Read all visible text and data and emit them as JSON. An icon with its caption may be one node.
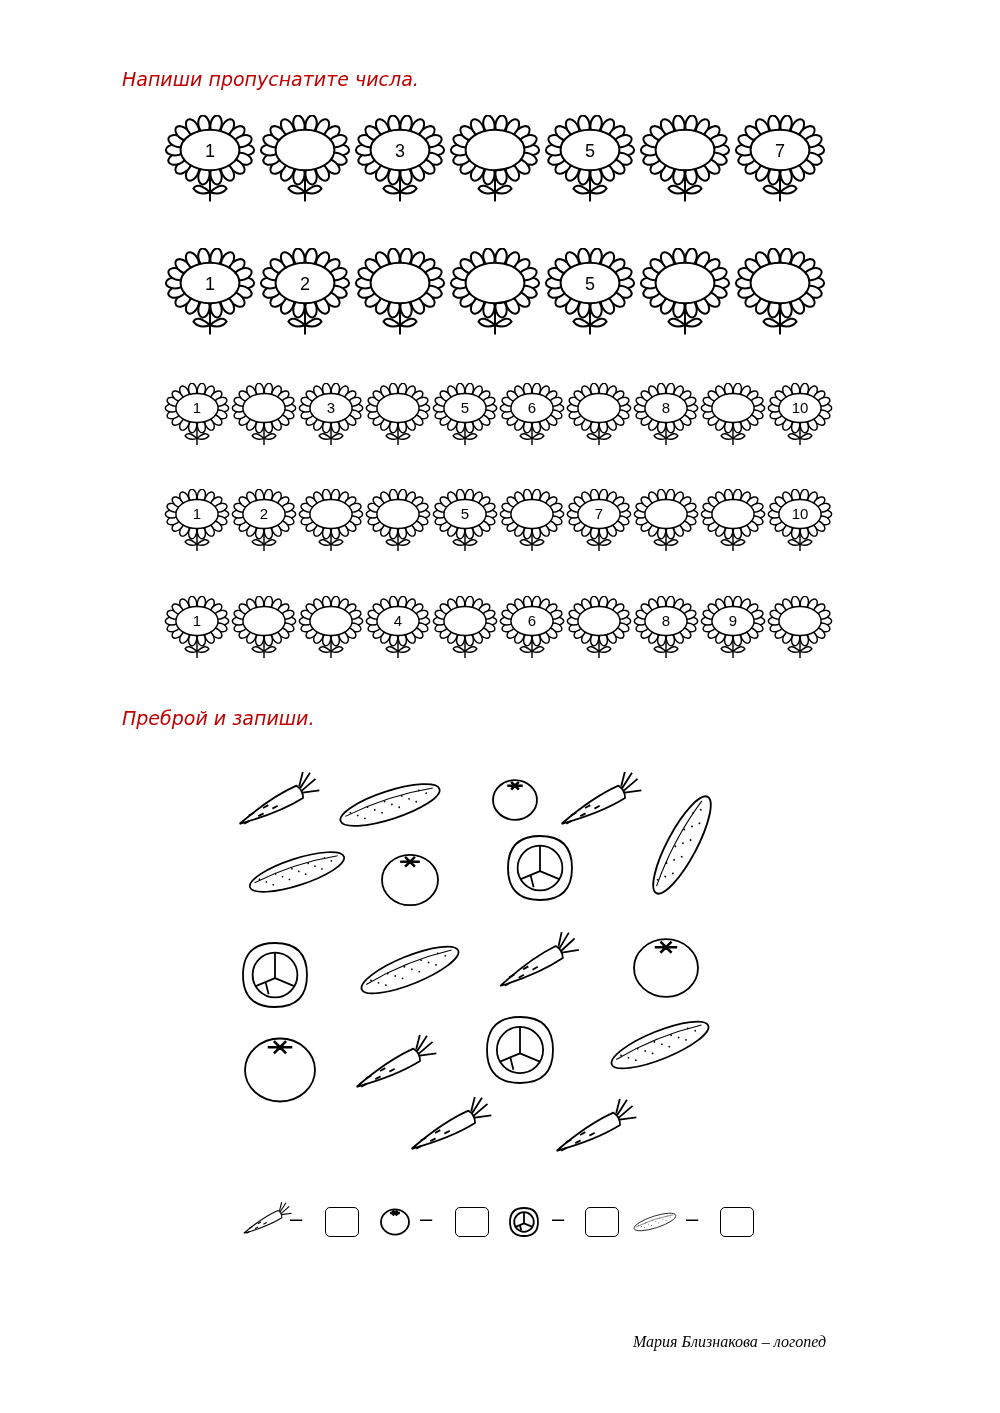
{
  "diagram": {
    "nodes": [
      {
        "text": [
          "1"
        ]
      },
      {
        "text": [],
        "shape": "picture"
      },
      {
        "text": [
          "3"
        ]
      },
      {
        "text": [],
        "shape": "picture"
      },
      {
        "text": [
          "5"
        ]
      },
      {
        "text": [],
        "shape": "picture"
      },
      {
        "text": [
          "7"
        ]
      },
      {
        "text": [
          "1"
        ]
      },
      {
        "text": [
          "2"
        ]
      },
      {
        "text": [],
        "shape": "picture"
      },
      {
        "text": [],
        "shape": "picture"
      },
      {
        "text": [
          "5"
        ]
      },
      {
        "text": [],
        "shape": "picture"
      },
      {
        "text": [],
        "shape": "picture"
      },
      {
        "text": [
          "1"
        ]
      },
      {
        "text": [],
        "shape": "picture"
      },
      {
        "text": [
          "3"
        ]
      },
      {
        "text": [],
        "shape": "picture"
      },
      {
        "text": [
          "5"
        ]
      },
      {
        "text": [
          "6"
        ]
      },
      {
        "text": [],
        "shape": "picture"
      },
      {
        "text": [
          "8"
        ]
      },
      {
        "text": [],
        "shape": "picture"
      },
      {
        "text": [
          "10"
        ]
      },
      {
        "text": [
          "1"
        ]
      },
      {
        "text": [
          "2"
        ]
      },
      {
        "text": [],
        "shape": "picture"
      },
      {
        "text": [],
        "shape": "picture"
      },
      {
        "text": [
          "5"
        ]
      },
      {
        "text": [],
        "shape": "picture"
      },
      {
        "text": [
          "7"
        ]
      },
      {
        "text": [],
        "shape": "picture"
      },
      {
        "text": [],
        "shape": "picture"
      },
      {
        "text": [
          "10"
        ]
      },
      {
        "text": [
          "1"
        ]
      },
      {
        "text": [],
        "shape": "picture"
      },
      {
        "text": [],
        "shape": "picture"
      },
      {
        "text": [
          "4"
        ]
      },
      {
        "text": [],
        "shape": "picture"
      },
      {
        "text": [
          "6"
        ]
      },
      {
        "text": [],
        "shape": "picture"
      },
      {
        "text": [
          "8"
        ]
      },
      {
        "text": [
          "9"
        ]
      },
      {
        "text": [],
        "shape": "picture"
      },
      {
        "text": [],
        "shape": "box"
      },
      {
        "text": [],
        "shape": "box"
      },
      {
        "text": [],
        "shape": "box"
      },
      {
        "text": [],
        "shape": "box"
      }
    ],
    "edges": [],
    "labels": [
      "Напиши пропуснатите числа.",
      "Преброй и запиши.",
      "–",
      "–",
      "–",
      "–",
      "Мария Близнакова – логопед"
    ]
  }
}
